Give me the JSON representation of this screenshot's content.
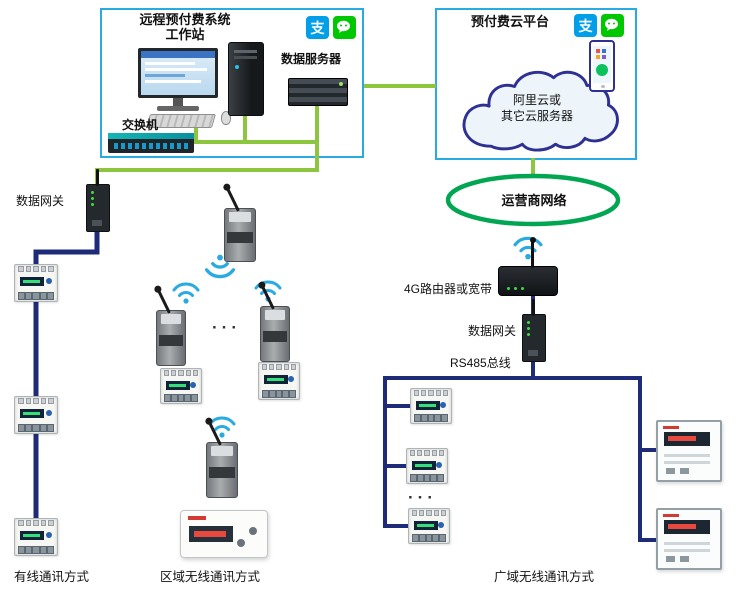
{
  "colors": {
    "box_border": "#29ABE2",
    "green_wire": "#8CC63E",
    "blue_wire": "#1E2B78",
    "network_green": "#00A651",
    "wifi_blue": "#29ABE2",
    "alipay_blue": "#009FE8",
    "wechat_green": "#00C800",
    "cloud_stroke": "#2E3192"
  },
  "workstation": {
    "title": "远程预付费系统",
    "subtitle": "工作站",
    "data_server_label": "数据服务器",
    "switch_label": "交换机"
  },
  "cloud_platform": {
    "title": "预付费云平台",
    "cloud_line1": "阿里云或",
    "cloud_line2": "其它云服务器"
  },
  "operator_network_label": "运营商网络",
  "wired": {
    "gateway_label": "数据网关",
    "footer": "有线通讯方式"
  },
  "regional": {
    "footer": "区域无线通讯方式",
    "ellipsis": "···"
  },
  "wide_area": {
    "router_label": "4G路由器或宽带",
    "gateway_label": "数据网关",
    "bus_label": "RS485总线",
    "footer": "广域无线通讯方式",
    "ellipsis": "···"
  },
  "badges": {
    "alipay_glyph": "支"
  }
}
